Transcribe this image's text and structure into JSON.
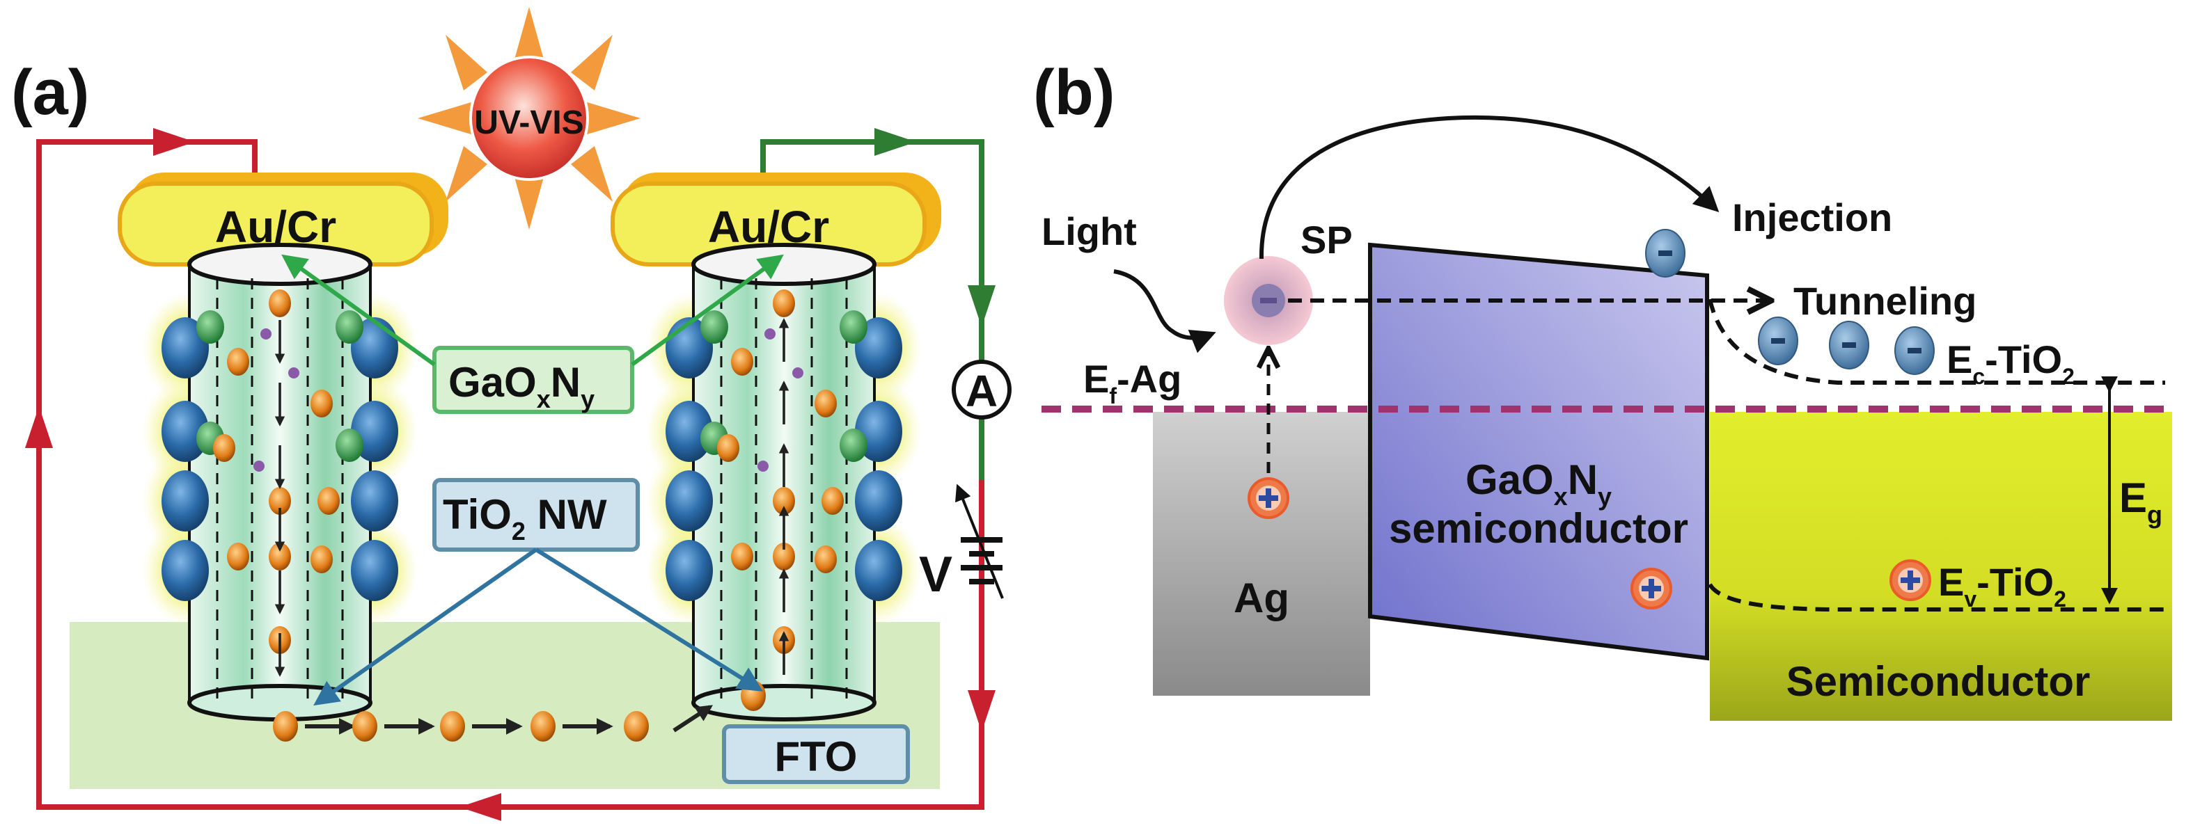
{
  "panel_a": {
    "panel_label": "(a)",
    "light_source": "UV-VIS",
    "electrode_left": "Au/Cr",
    "electrode_right": "Au/Cr",
    "shell_label_main": "GaO",
    "shell_label_sub1": "x",
    "shell_label_n": "N",
    "shell_label_sub2": "y",
    "nanowire_label_main": "TiO",
    "nanowire_label_sub": "2",
    "nanowire_label_rest": " NW",
    "substrate_label": "FTO",
    "ammeter_label": "A",
    "voltage_label": "V",
    "colors": {
      "circuit_red": "#c8202f",
      "circuit_green": "#2e7d32",
      "shell_blue": "#2a6aa8",
      "electron_orange": "#e07b16",
      "fto_green": "#d6ebc0",
      "electrode_yellow": "#f3ef5a"
    }
  },
  "panel_b": {
    "panel_label": "(b)",
    "light_label": "Light",
    "sp_label": "SP",
    "injection_label": "Injection",
    "tunneling_label": "Tunneling",
    "ef_label_main": "E",
    "ef_label_sub": "f",
    "ef_label_rest": "-Ag",
    "ec_label_main": "E",
    "ec_label_sub": "c",
    "ec_label_rest": "-TiO",
    "ec_label_sub2": "2",
    "ev_label_main": "E",
    "ev_label_sub": "v",
    "ev_label_rest": "-TiO",
    "ev_label_sub2": "2",
    "eg_label_main": "E",
    "eg_label_sub": "g",
    "metal_label": "Ag",
    "middle_label_1_main": "GaO",
    "middle_label_1_sub1": "x",
    "middle_label_1_n": "N",
    "middle_label_1_sub2": "y",
    "middle_label_2": "semiconductor",
    "right_label": "Semiconductor",
    "electron_symbol": "−",
    "hole_symbol": "+",
    "colors": {
      "fermi_line": "#a0336e",
      "metal_gray": "#b8b8b8",
      "middle_purple": "#8a88d8",
      "semi_yellow": "#d9e52a"
    }
  }
}
